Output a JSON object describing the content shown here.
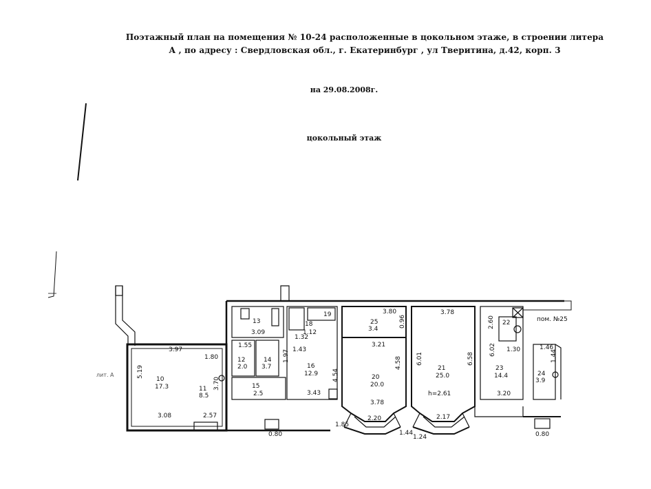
{
  "header": {
    "title_line_1": "Поэтажный план на  помещения № 10-24 расположенные в цокольном этаже, в строении литера",
    "title_line_2": "А ,  по адресу : Свердловская обл., г. Екатеринбург , ул Тверитина, д.42, корп. 3",
    "date": "на 29.08.2008г.",
    "floor": "цокольный этаж"
  },
  "plan": {
    "litera_label": "лит. А",
    "neighbor_room_label": "пом. №25",
    "rooms": [
      {
        "number": "10",
        "area": "17.3"
      },
      {
        "number": "11",
        "area": "8.5"
      },
      {
        "number": "12",
        "area": "2.0"
      },
      {
        "number": "13",
        "area": ""
      },
      {
        "number": "14",
        "area": "3.7"
      },
      {
        "number": "15",
        "area": "2.5"
      },
      {
        "number": "16",
        "area": "12.9"
      },
      {
        "number": "18",
        "area": ""
      },
      {
        "number": "19",
        "area": "1.12"
      },
      {
        "number": "20",
        "area": "20.0"
      },
      {
        "number": "21",
        "area": "25.0"
      },
      {
        "number": "22",
        "area": ""
      },
      {
        "number": "23",
        "area": "14.4"
      },
      {
        "number": "24",
        "area": "3.9"
      },
      {
        "number": "25",
        "area": "3.4"
      }
    ],
    "dimensions": [
      "5.19",
      "3.97",
      "3.08",
      "2.57",
      "3.70",
      "1.80",
      "1.55",
      "3.09",
      "1.43",
      "3.43",
      "3.80",
      "3.21",
      "3.78",
      "3.78",
      "2.20",
      "2.17",
      "1.85",
      "1.24",
      "1.44",
      "1.30",
      "3.20",
      "1.46",
      "6.02",
      "0.80",
      "0.80",
      "h=2.61",
      "4.58",
      "6.01",
      "6.58",
      "1.32",
      "0.96",
      "1.97",
      "4.54",
      "2.60",
      "1.44"
    ]
  }
}
